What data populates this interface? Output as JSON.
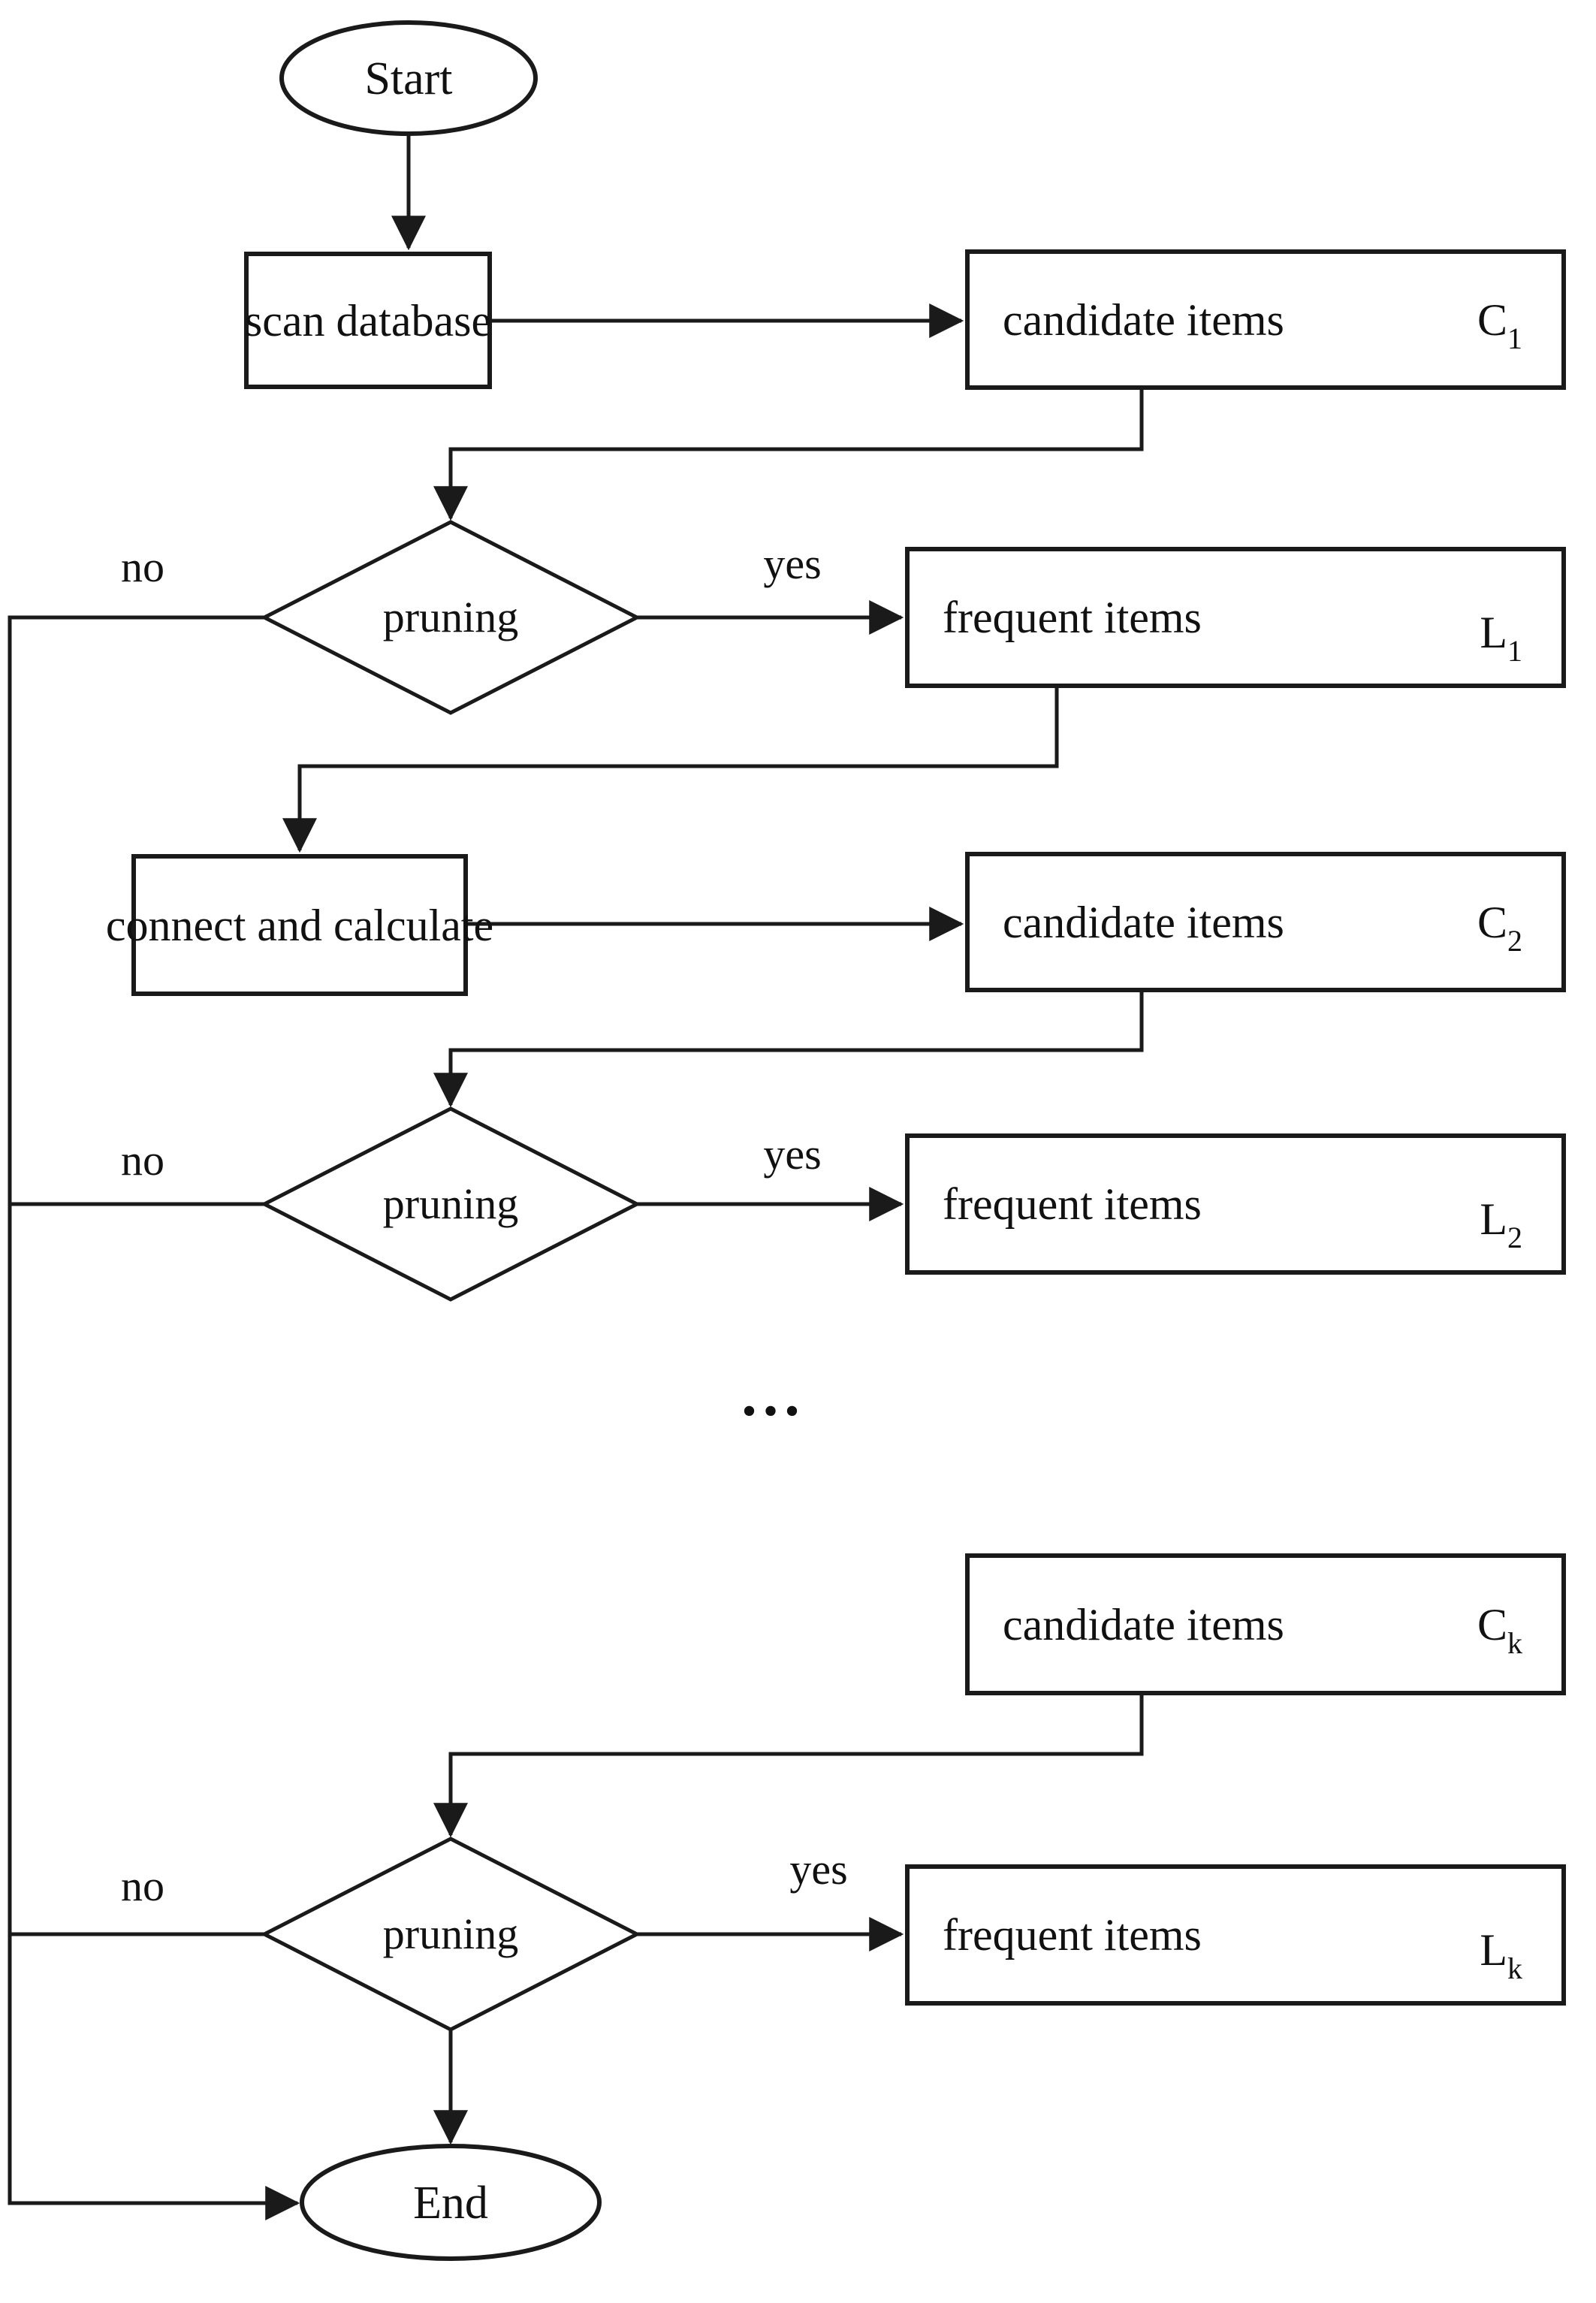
{
  "diagram": {
    "title_hint": "Apriori-style frequent itemset mining flowchart",
    "colors": {
      "background": "#ffffff",
      "stroke": "#1a1a1a",
      "text": "#111111"
    },
    "nodes": {
      "start": {
        "label": "Start",
        "type": "terminator"
      },
      "scan": {
        "label": "scan database",
        "type": "process"
      },
      "c1": {
        "label": "candidate items",
        "symbol": "C",
        "subscript": "1",
        "type": "process"
      },
      "pruning1": {
        "label": "pruning",
        "type": "decision"
      },
      "l1": {
        "label": "frequent items",
        "symbol": "L",
        "subscript": "1",
        "type": "process"
      },
      "connect": {
        "label": "connect and calculate",
        "type": "process"
      },
      "c2": {
        "label": "candidate items",
        "symbol": "C",
        "subscript": "2",
        "type": "process"
      },
      "pruning2": {
        "label": "pruning",
        "type": "decision"
      },
      "l2": {
        "label": "frequent items",
        "symbol": "L",
        "subscript": "2",
        "type": "process"
      },
      "ellipsis": {
        "label": "...",
        "type": "text"
      },
      "ck": {
        "label": "candidate items",
        "symbol": "C",
        "subscript": "k",
        "type": "process"
      },
      "pruning3": {
        "label": "pruning",
        "type": "decision"
      },
      "lk": {
        "label": "frequent items",
        "symbol": "L",
        "subscript": "k",
        "type": "process"
      },
      "end": {
        "label": "End",
        "type": "terminator"
      }
    },
    "edge_labels": {
      "no1": "no",
      "yes1": "yes",
      "no2": "no",
      "yes2": "yes",
      "no3": "no",
      "yes3": "yes"
    }
  }
}
